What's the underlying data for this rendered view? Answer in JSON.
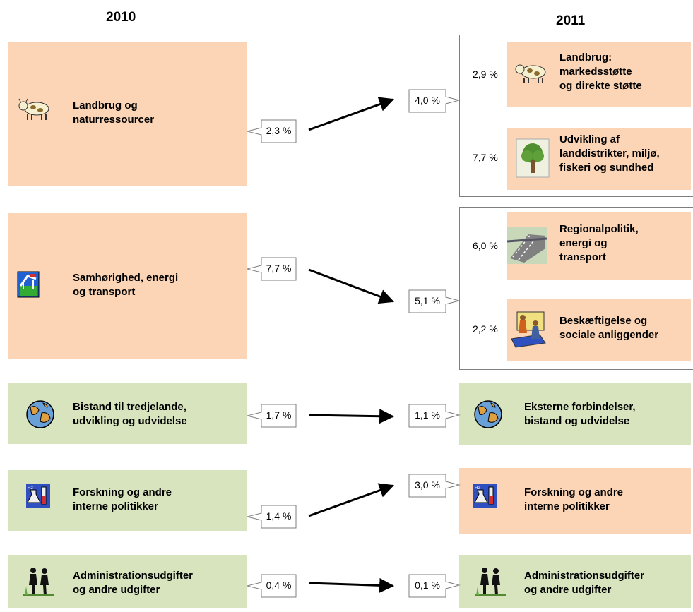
{
  "years": {
    "left": "2010",
    "right": "2011"
  },
  "left_boxes": [
    {
      "label": "Landbrug og naturressourcer",
      "line1": "Landbrug og",
      "line2": "naturressourcer",
      "icon": "cow-icon",
      "color": "#fbd5b5"
    },
    {
      "label": "Samhørighed, energi og transport",
      "line1": "Samhørighed, energi",
      "line2": "og transport",
      "icon": "transport-icon",
      "color": "#fbd5b5"
    },
    {
      "label": "Bistand til tredjelande, udvikling og udvidelse",
      "line1": "Bistand til tredjelande,",
      "line2": "udvikling og udvidelse",
      "icon": "globe-icon",
      "color": "#d7e4bd"
    },
    {
      "label": "Forskning og andre interne politikker",
      "line1": "Forskning og andre",
      "line2": "interne politikker",
      "icon": "research-icon",
      "color": "#d7e4bd"
    },
    {
      "label": "Administrationsudgifter og andre udgifter",
      "line1": "Administrationsudgifter",
      "line2": "og andre udgifter",
      "icon": "people-icon",
      "color": "#d7e4bd"
    }
  ],
  "left_pcts": [
    "2,3 %",
    "7,7 %",
    "1,7 %",
    "1,4 %",
    "0,4 %"
  ],
  "right_pcts": [
    "4,0 %",
    "5,1 %",
    "1,1 %",
    "3,0 %",
    "0,1 %"
  ],
  "right_groups": [
    {
      "items": [
        {
          "pct": "2,9 %",
          "line1": "Landbrug:",
          "line2": "markedsstøtte",
          "line3": "og direkte støtte",
          "icon": "cow-icon"
        },
        {
          "pct": "7,7 %",
          "line1": "Udvikling af",
          "line2": "landdistrikter, miljø,",
          "line3": "fiskeri og sundhed",
          "icon": "tree-icon"
        }
      ]
    },
    {
      "items": [
        {
          "pct": "6,0 %",
          "line1": "Regionalpolitik,",
          "line2": "energi og",
          "line3": "transport",
          "icon": "highway-icon"
        },
        {
          "pct": "2,2 %",
          "line1": "Beskæftigelse og",
          "line2": "sociale anliggender",
          "line3": "",
          "icon": "workers-icon"
        }
      ]
    }
  ],
  "right_boxes": [
    {
      "line1": "Eksterne forbindelser,",
      "line2": "bistand og udvidelse",
      "icon": "globe-icon",
      "color": "#d7e4bd"
    },
    {
      "line1": "Forskning og andre",
      "line2": "interne politikker",
      "icon": "research-icon",
      "color": "#fbd5b5"
    },
    {
      "line1": "Administrationsudgifter",
      "line2": "og andre udgifter",
      "icon": "people-icon",
      "color": "#d7e4bd"
    }
  ],
  "colors": {
    "peach": "#fbd5b5",
    "green": "#d7e4bd",
    "border": "#7f7f7f"
  }
}
